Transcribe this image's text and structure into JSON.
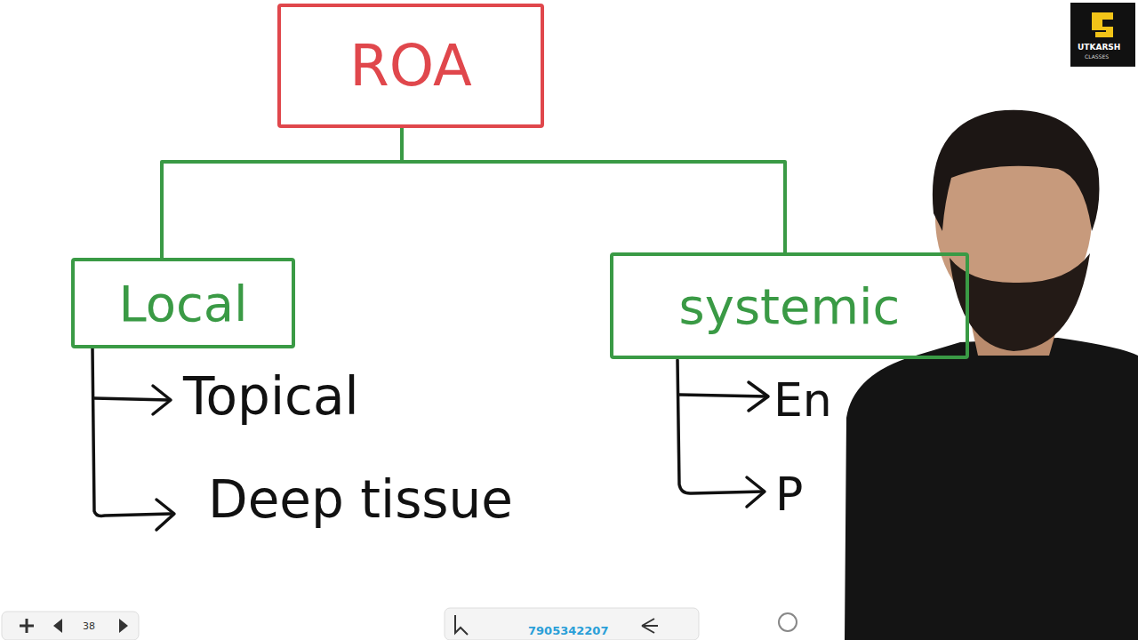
{
  "diagram": {
    "nodes": [
      {
        "text": [
          "ROA"
        ]
      },
      {
        "text": [
          "Local"
        ]
      },
      {
        "text": [
          "systemic"
        ]
      }
    ],
    "edges": [
      {
        "from": 0,
        "to": 1,
        "arrow": "none"
      },
      {
        "from": 0,
        "to": 2,
        "arrow": "none"
      }
    ],
    "labels": [
      "Topical",
      "Deep tissue",
      "En",
      "P",
      "UTKARSH",
      "CLASSES",
      "7905342207",
      "38"
    ]
  }
}
